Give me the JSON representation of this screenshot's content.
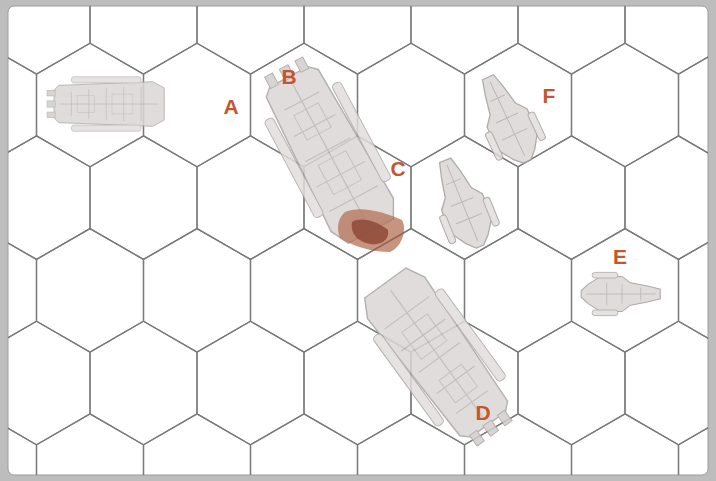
{
  "diagram": {
    "labels": [
      "B",
      "F",
      "A",
      "C",
      "E",
      "D"
    ]
  }
}
